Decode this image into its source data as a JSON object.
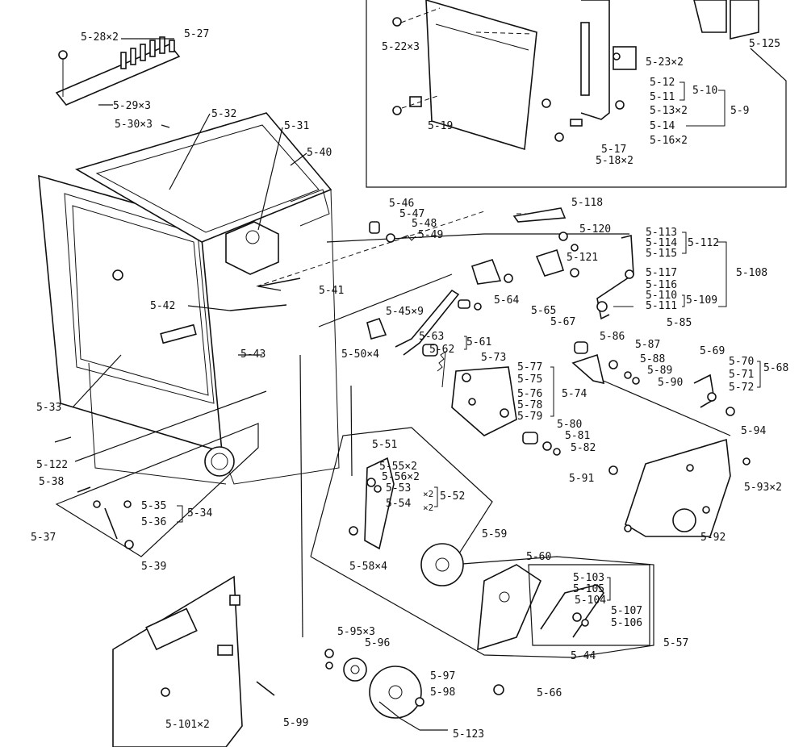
{
  "labels": {
    "p5_22": "5-22×3",
    "p5_125": "5-125",
    "p5_23": "5-23×2",
    "p5_12": "5-12",
    "p5_10": "5-10",
    "p5_11": "5-11",
    "p5_13": "5-13×2",
    "p5_9": "5-9",
    "p5_14": "5-14",
    "p5_16": "5-16×2",
    "p5_17": "5-17",
    "p5_18": "5-18×2",
    "p5_19": "5-19",
    "p5_28": "5-28×2",
    "p5_27": "5-27",
    "p5_29": "5-29×3",
    "p5_30": "5-30×3",
    "p5_32": "5-32",
    "p5_31": "5-31",
    "p5_40": "5-40",
    "p5_46": "5-46",
    "p5_47": "5-47",
    "p5_48": "5-48",
    "p5_49": "5-49",
    "p5_118": "5-118",
    "p5_120": "5-120",
    "p5_121": "5-121",
    "p5_113": "5-113",
    "p5_114": "5-114",
    "p5_115": "5-115",
    "p5_112": "5-112",
    "p5_117": "5-117",
    "p5_108": "5-108",
    "p5_116": "5-116",
    "p5_110": "5-110",
    "p5_111": "5-111",
    "p5_109": "5-109",
    "p5_85": "5-85",
    "p5_41": "5-41",
    "p5_42": "5-42",
    "p5_64": "5-64",
    "p5_65": "5-65",
    "p5_67": "5-67",
    "p5_45": "5-45×9",
    "p5_63": "5-63",
    "p5_61": "5-61",
    "p5_62": "5-62",
    "p5_73": "5-73",
    "p5_86": "5-86",
    "p5_87": "5-87",
    "p5_88": "5-88",
    "p5_89": "5-89",
    "p5_90": "5-90",
    "p5_69": "5-69",
    "p5_70": "5-70",
    "p5_71": "5-71",
    "p5_68": "5-68",
    "p5_72": "5-72",
    "p5_43": "5-43",
    "p5_50": "5-50×4",
    "p5_77": "5-77",
    "p5_75": "5-75",
    "p5_76": "5-76",
    "p5_74": "5-74",
    "p5_78": "5-78",
    "p5_79": "5-79",
    "p5_33": "5-33",
    "p5_80": "5-80",
    "p5_81": "5-81",
    "p5_82": "5-82",
    "p5_94": "5-94",
    "p5_51": "5-51",
    "p5_122": "5-122",
    "p5_55": "5-55×2",
    "p5_56": "5-56×2",
    "p5_53": "5-53",
    "p5_53x": "×2",
    "p5_52": "5-52",
    "p5_54": "5-54",
    "p5_54x": "×2",
    "p5_38": "5-38",
    "p5_91": "5-91",
    "p5_93": "5-93×2",
    "p5_35": "5-35",
    "p5_34": "5-34",
    "p5_36": "5-36",
    "p5_37": "5-37",
    "p5_59": "5-59",
    "p5_92": "5-92",
    "p5_60": "5-60",
    "p5_58": "5-58×4",
    "p5_39": "5-39",
    "p5_103": "5-103",
    "p5_105": "5-105",
    "p5_104": "5-104",
    "p5_107": "5-107",
    "p5_106": "5-106",
    "p5_57": "5-57",
    "p5_44": "5-44",
    "p5_95": "5-95×3",
    "p5_96": "5-96",
    "p5_97": "5-97",
    "p5_98": "5-98",
    "p5_66": "5-66",
    "p5_101": "5-101×2",
    "p5_99": "5-99",
    "p5_123": "5-123"
  }
}
